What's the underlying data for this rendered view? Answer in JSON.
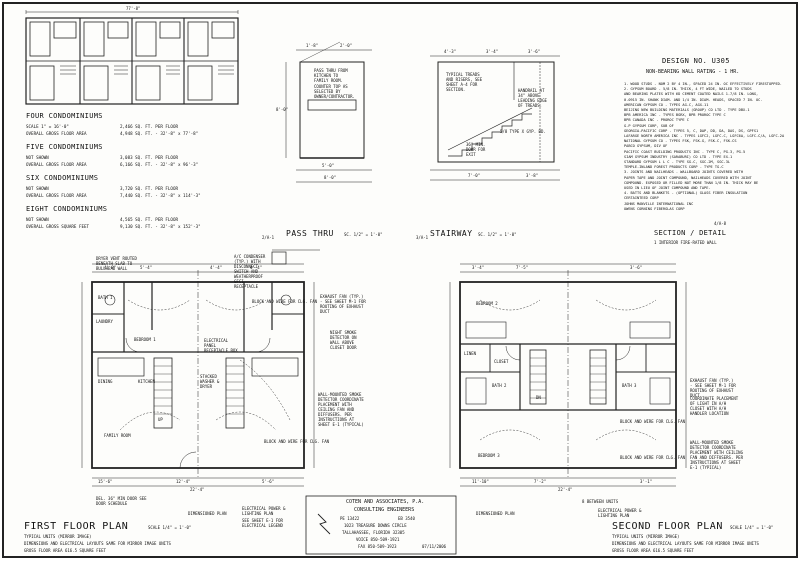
{
  "condominiums": [
    {
      "title": "FOUR CONDOMINIUMS",
      "rows": [
        {
          "label": "SCALE 1\" = 16'-0\"",
          "value": "2,466 SQ. FT. PER FLOOR"
        },
        {
          "label": "OVERALL GROSS FLOOR AREA",
          "value": "4,948 SQ. FT. - 32'-8\" x 77'-8\""
        }
      ]
    },
    {
      "title": "FIVE CONDOMINIUMS",
      "rows": [
        {
          "label": "NOT SHOWN",
          "value": "3,083 SQ. FT. PER FLOOR"
        },
        {
          "label": "OVERALL GROSS FLOOR AREA",
          "value": "6,166 SQ. FT. - 32'-8\" x 96'-3\""
        }
      ]
    },
    {
      "title": "SIX CONDOMINIUMS",
      "rows": [
        {
          "label": "NOT SHOWN",
          "value": "3,720 SQ. FT. PER FLOOR"
        },
        {
          "label": "OVERALL GROSS FLOOR AREA",
          "value": "7,440 SQ. FT. - 32'-8\" x 114'-3\""
        }
      ]
    },
    {
      "title": "EIGHT CONDOMINIUMS",
      "rows": [
        {
          "label": "NOT SHOWN",
          "value": "4,565 SQ. FT. PER FLOOR"
        },
        {
          "label": "OVERALL GROSS SQUARE FEET",
          "value": "9,130 SQ. FT. - 32'-8\" x 152'-3\""
        }
      ]
    }
  ],
  "key_plan": {
    "dim_top": "77'-8\""
  },
  "pass_thru": {
    "title": "PASS THRU",
    "scale": "SC. 1/2\" = 1'-0\"",
    "sheet_ref": "2/A-1",
    "notes": [
      "PASS THRU FROM KITCHEN TO FAMILY ROOM.",
      "COUNTER TOP AS SELECTED BY OWNER/CONTRACTOR."
    ],
    "dims": {
      "top_a": "1'-8\"",
      "top_b": "2'-0\"",
      "bottom": "5'-0\"",
      "base": "8'-0\"",
      "side": "8'-0\""
    }
  },
  "stairway": {
    "title": "STAIRWAY",
    "scale": "SC. 1/2\" = 1'-0\"",
    "sheet_ref": "3/A-1",
    "notes": [
      "TYPICAL TREADS AND RISERS, SEE SHEET A-4 FOR SECTION.",
      "HANDRAIL AT 34\" ABOVE LEADING EDGE OF TREADS.",
      "5/8 TYPE X GYP. BD.",
      "36\" MIN. DOOR FOR EXIT"
    ],
    "dims": {
      "top_a": "4'-3\"",
      "top_b": "3'-4\"",
      "top_c": "3'-6\"",
      "bottom_a": "7'-0\"",
      "bottom_b": "3'-8\""
    }
  },
  "design": {
    "number": "DESIGN NO. U305",
    "subtitle": "NON-BEARING WALL RATING - 1 HR.",
    "specs": [
      "1. WOOD STUDS - NOM 2 BY 4 IN., SPACED 24 IN. OC EFFECTIVELY FIRESTOPPED.",
      "2. GYPSUM BOARD - 5/8 IN. THICK, 4 FT WIDE, NAILED TO STUDS",
      "   AND BEARING PLATES WITH 6D CEMENT COATED NAILS 1-7/8 IN. LONG,",
      "   0.0915 IN. SHANK DIAM. AND 1/4 IN. DIAM. HEADS, SPACED 7 IN. OC.",
      "AMERICAN GYPSUM CO - TYPES AG-C, AGX-11",
      "BEIJING NEW BUILDING MATERIALS (GROUP) CO LTD - TYPE DBX-1",
      "BPB AMERICA INC - TYPES BGRX, BPB PROROC TYPE C",
      "BPB CANADA INC - PROROC TYPE C",
      "G-P GYPSUM CORP, SUB OF",
      "GEORGIA-PACIFIC CORP - TYPES 5, C, DAP, DD, DA, DAS, DS, GPFS1",
      "LAFARGE NORTH AMERICA INC - TYPES LGFC2, LGFC-C, LGFC6A, LGFC-C/A, LGFC-2A",
      "NATIONAL GYPSUM CO - TYPES FSK, FSK-G, FSK-C, FSK-CS",
      "PABCO GYPSUM, DIV OF",
      "PACIFIC COAST BUILDING PRODUCTS INC - TYPE C, PG-3, PG-5",
      "SIAM GYPSUM INDUSTRY (SARABURI) CO LTD - TYPE EX-1",
      "STANDARD GYPSUM L L C - TYPE SG-C, SGC-2M, SGC-3L",
      "TEMPLE-INLAND FOREST PRODUCTS CORP - TYPE TG-C",
      "3. JOINTS AND NAILHEADS - WALLBOARD JOINTS COVERED WITH",
      "   PAPER TAPE AND JOINT COMPOUND, NAILHEADS COVERED WITH JOINT",
      "   COMPOUND. EXPOSED OR FILLED NOT MORE THAN 1/8 IN. THICK MAY BE",
      "   USED IN LIEU OF JOINT COMPOUND AND TAPE.",
      "4. BATTS AND BLANKETS - (OPTIONAL) GLASS FIBER INSULATION",
      "CERTAINTEED CORP",
      "JOHNS MANVILLE INTERNATIONAL INC",
      "OWENS CORNING FIBERGLAS CORP"
    ],
    "section_title": "SECTION / DETAIL",
    "section_sub": "1 INTERIOR FIRE-RATED WALL",
    "section_ref": "4/A-8"
  },
  "first_floor": {
    "title": "FIRST FLOOR PLAN",
    "scale": "SCALE 1/4\" = 1'-0\"",
    "typical": "TYPICAL UNITS (MIRROR IMAGE)",
    "note": "DIMENSIONS AND ELECTRICAL LAYOUTS SAME FOR MIRROR IMAGE UNITS",
    "area": "GROSS FLOOR AREA    616.5 SQUARE FEET",
    "rooms": {
      "bath": "BATH 1",
      "laundry": "LAUNDRY",
      "bedroom": "BEDROOM 1",
      "kitchen": "KITCHEN",
      "dining": "DINING",
      "family": "FAMILY ROOM",
      "stairs": "UP"
    },
    "notes": {
      "n1": "DRYER VENT ROUTED BENEATH SLAB TO BULLHEAD WALL",
      "n2": "A/C CONDENSER (TYP.) WITH DISCONNECT SWITCH AND WEATHERPROOF GFCI RECEPTACLE",
      "n3": "BLOCK AND WIRE FOR CLG. FAN",
      "n4": "EXHAUST FAN (TYP.) - SEE SHEET M-1 FOR ROUTING OF EXHAUST DUCT",
      "n5": "NIGHT SMOKE DETECTOR ON WALL ABOVE CLOSET DOOR",
      "n6": "ELECTRICAL PANEL RECEPTACLE BOX",
      "n7": "STACKED WASHER & DRYER",
      "n8": "WALL-MOUNTED SMOKE DETECTOR COORDINATE PLACEMENT WITH CEILING FAN AND DIFFUSERS. PER INSTRUCTIONS AT SHEET E-1 (TYPICAL)",
      "n9": "BLOCK AND WIRE FOR CLG. FAN",
      "n10": "SEE SHEET E-1 FOR ELECTRICAL LEGEND",
      "n11": "DEL. 36\" MIN DOOR SEE DOOR SCHEDULE"
    },
    "dims": {
      "top1": "4'-8\"",
      "top2": "5'-4\"",
      "top3": "4'-4\"",
      "top4": "4'-4\"",
      "bottom1": "15'-6\"",
      "bottom2": "12'-4\"",
      "bottom3": "5'-6\"",
      "total": "22'-4\""
    },
    "side_title": "ELECTRICAL POWER & LIGHTING PLAN",
    "side_ref": "SEE SHEET E-1 FOR ELECTRICAL LEGEND",
    "dim_label": "DIMENSIONED PLAN"
  },
  "second_floor": {
    "title": "SECOND FLOOR PLAN",
    "scale": "SCALE 1/4\" = 1'-0\"",
    "typical": "TYPICAL UNITS (MIRROR IMAGE)",
    "note": "DIMENSIONS AND ELECTRICAL LAYOUTS SAME FOR MIRROR IMAGE UNITS",
    "area": "GROSS FLOOR AREA    616.5 SQUARE FEET",
    "rooms": {
      "bed2": "BEDROOM 2",
      "bed3": "BEDROOM 3",
      "bath2": "BATH 2",
      "bath3": "BATH 3",
      "closet": "CLOSET",
      "linen": "LINEN",
      "stairs": "DN"
    },
    "notes": {
      "n1": "EXHAUST FAN (TYP.) - SEE SHEET M-1 FOR ROUTING OF EXHAUST DUCT",
      "n2": "COORDINATE PLACEMENT OF LIGHT IN A/H CLOSET WITH A/H HANDLER LOCATION",
      "n3": "BLOCK AND WIRE FOR CLG. FAN",
      "n4": "WALL-MOUNTED SMOKE DETECTOR COORDINATE PLACEMENT WITH CEILING FAN AND DIFFUSERS. PER INSTRUCTIONS AT SHEET E-1 (TYPICAL)",
      "n5": "BLOCK AND WIRE FOR CLG. FAN"
    },
    "dims": {
      "top1": "3'-4\"",
      "top2": "7'-5\"",
      "top3": "3'-6\"",
      "bottom1": "11'-10\"",
      "bottom2": "7'-2\"",
      "bottom3": "3'-1\"",
      "total": "22'-4\""
    },
    "side_title": "ELECTRICAL POWER & LIGHTING PLAN",
    "side_ref": "SEE SHEET E-1 FOR ELECTRICAL LEGEND",
    "dim_label": "DIMENSIONED PLAN",
    "between": "8 BETWEEN UNITS"
  },
  "title_block": {
    "firm": "COTEN AND ASSOCIATES, P.A.",
    "sub": "CONSULTING ENGINEERS",
    "reg1": "PE 13422",
    "reg2": "EB 3540",
    "address1": "1023 TREASURE DOWNS CIRCLE",
    "address2": "TALLAHASSEE, FLORIDA 32305",
    "voice": "VOICE 850-509-1921",
    "fax": "FAX 850-509-1923",
    "date": "07/11/2006"
  }
}
